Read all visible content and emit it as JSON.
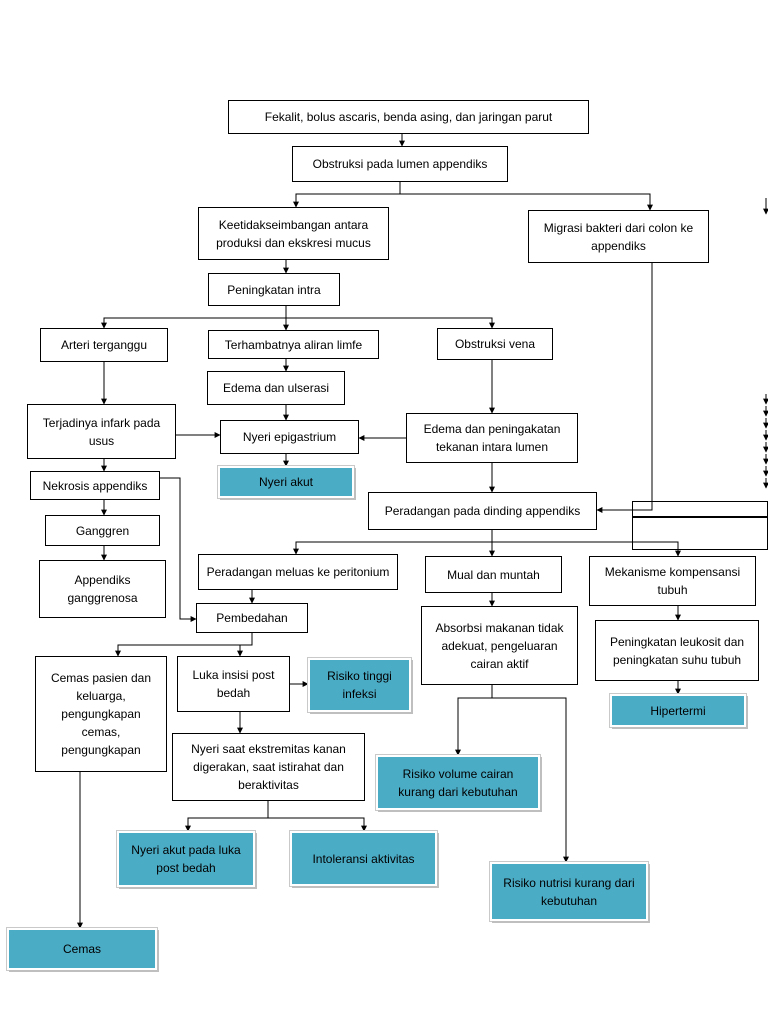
{
  "nodes": {
    "fekalit": "Fekalit, bolus ascaris, benda asing, dan jaringan parut",
    "obstruksi_lumen": "Obstruksi pada lumen appendiks",
    "ketidakseimbangan": "Keetidakseimbangan antara produksi dan ekskresi mucus",
    "migrasi_bakteri": "Migrasi bakteri dari colon ke appendiks",
    "peningkatan_intra": "Peningkatan intra",
    "arteri_terganggu": "Arteri terganggu",
    "terhambatnya_limfe": "Terhambatnya aliran limfe",
    "obstruksi_vena": "Obstruksi vena",
    "edema_ulserasi": "Edema dan ulserasi",
    "infark_usus": "Terjadinya infark pada usus",
    "nyeri_epigastrium": "Nyeri epigastrium",
    "edema_tekanan": "Edema dan peningakatan tekanan intara lumen",
    "nyeri_akut": "Nyeri akut",
    "nekrosis": "Nekrosis appendiks",
    "peradangan_dinding": "Peradangan pada dinding appendiks",
    "ganggren": "Ganggren",
    "appendiks_ganggrenosa": "Appendiks ganggrenosa",
    "peradangan_peritonium": "Peradangan meluas ke peritonium",
    "mual_muntah": "Mual dan muntah",
    "mekanisme_kompensasi": "Mekanisme kompensansi tubuh",
    "pembedahan": "Pembedahan",
    "absorbsi": "Absorbsi makanan tidak adekuat, pengeluaran cairan aktif",
    "peningkatan_leukosit": "Peningkatan leukosit dan peningkatan suhu tubuh",
    "cemas_pasien": "Cemas pasien dan keluarga, pengungkapan cemas, pengungkapan",
    "luka_insisi": "Luka insisi post bedah",
    "risiko_infeksi": "Risiko tinggi infeksi",
    "hipertermi": "Hipertermi",
    "nyeri_ekstremitas": "Nyeri saat ekstremitas kanan digerakan, saat istirahat dan beraktivitas",
    "risiko_volume": "Risiko volume cairan kurang dari kebutuhan",
    "nyeri_akut_luka": "Nyeri akut pada luka post bedah",
    "intoleransi": "Intoleransi aktivitas",
    "risiko_nutrisi": "Risiko nutrisi kurang dari kebutuhan",
    "cemas": "Cemas"
  },
  "colors": {
    "diagnosis_fill": "#4bacc6",
    "line": "#000000"
  }
}
